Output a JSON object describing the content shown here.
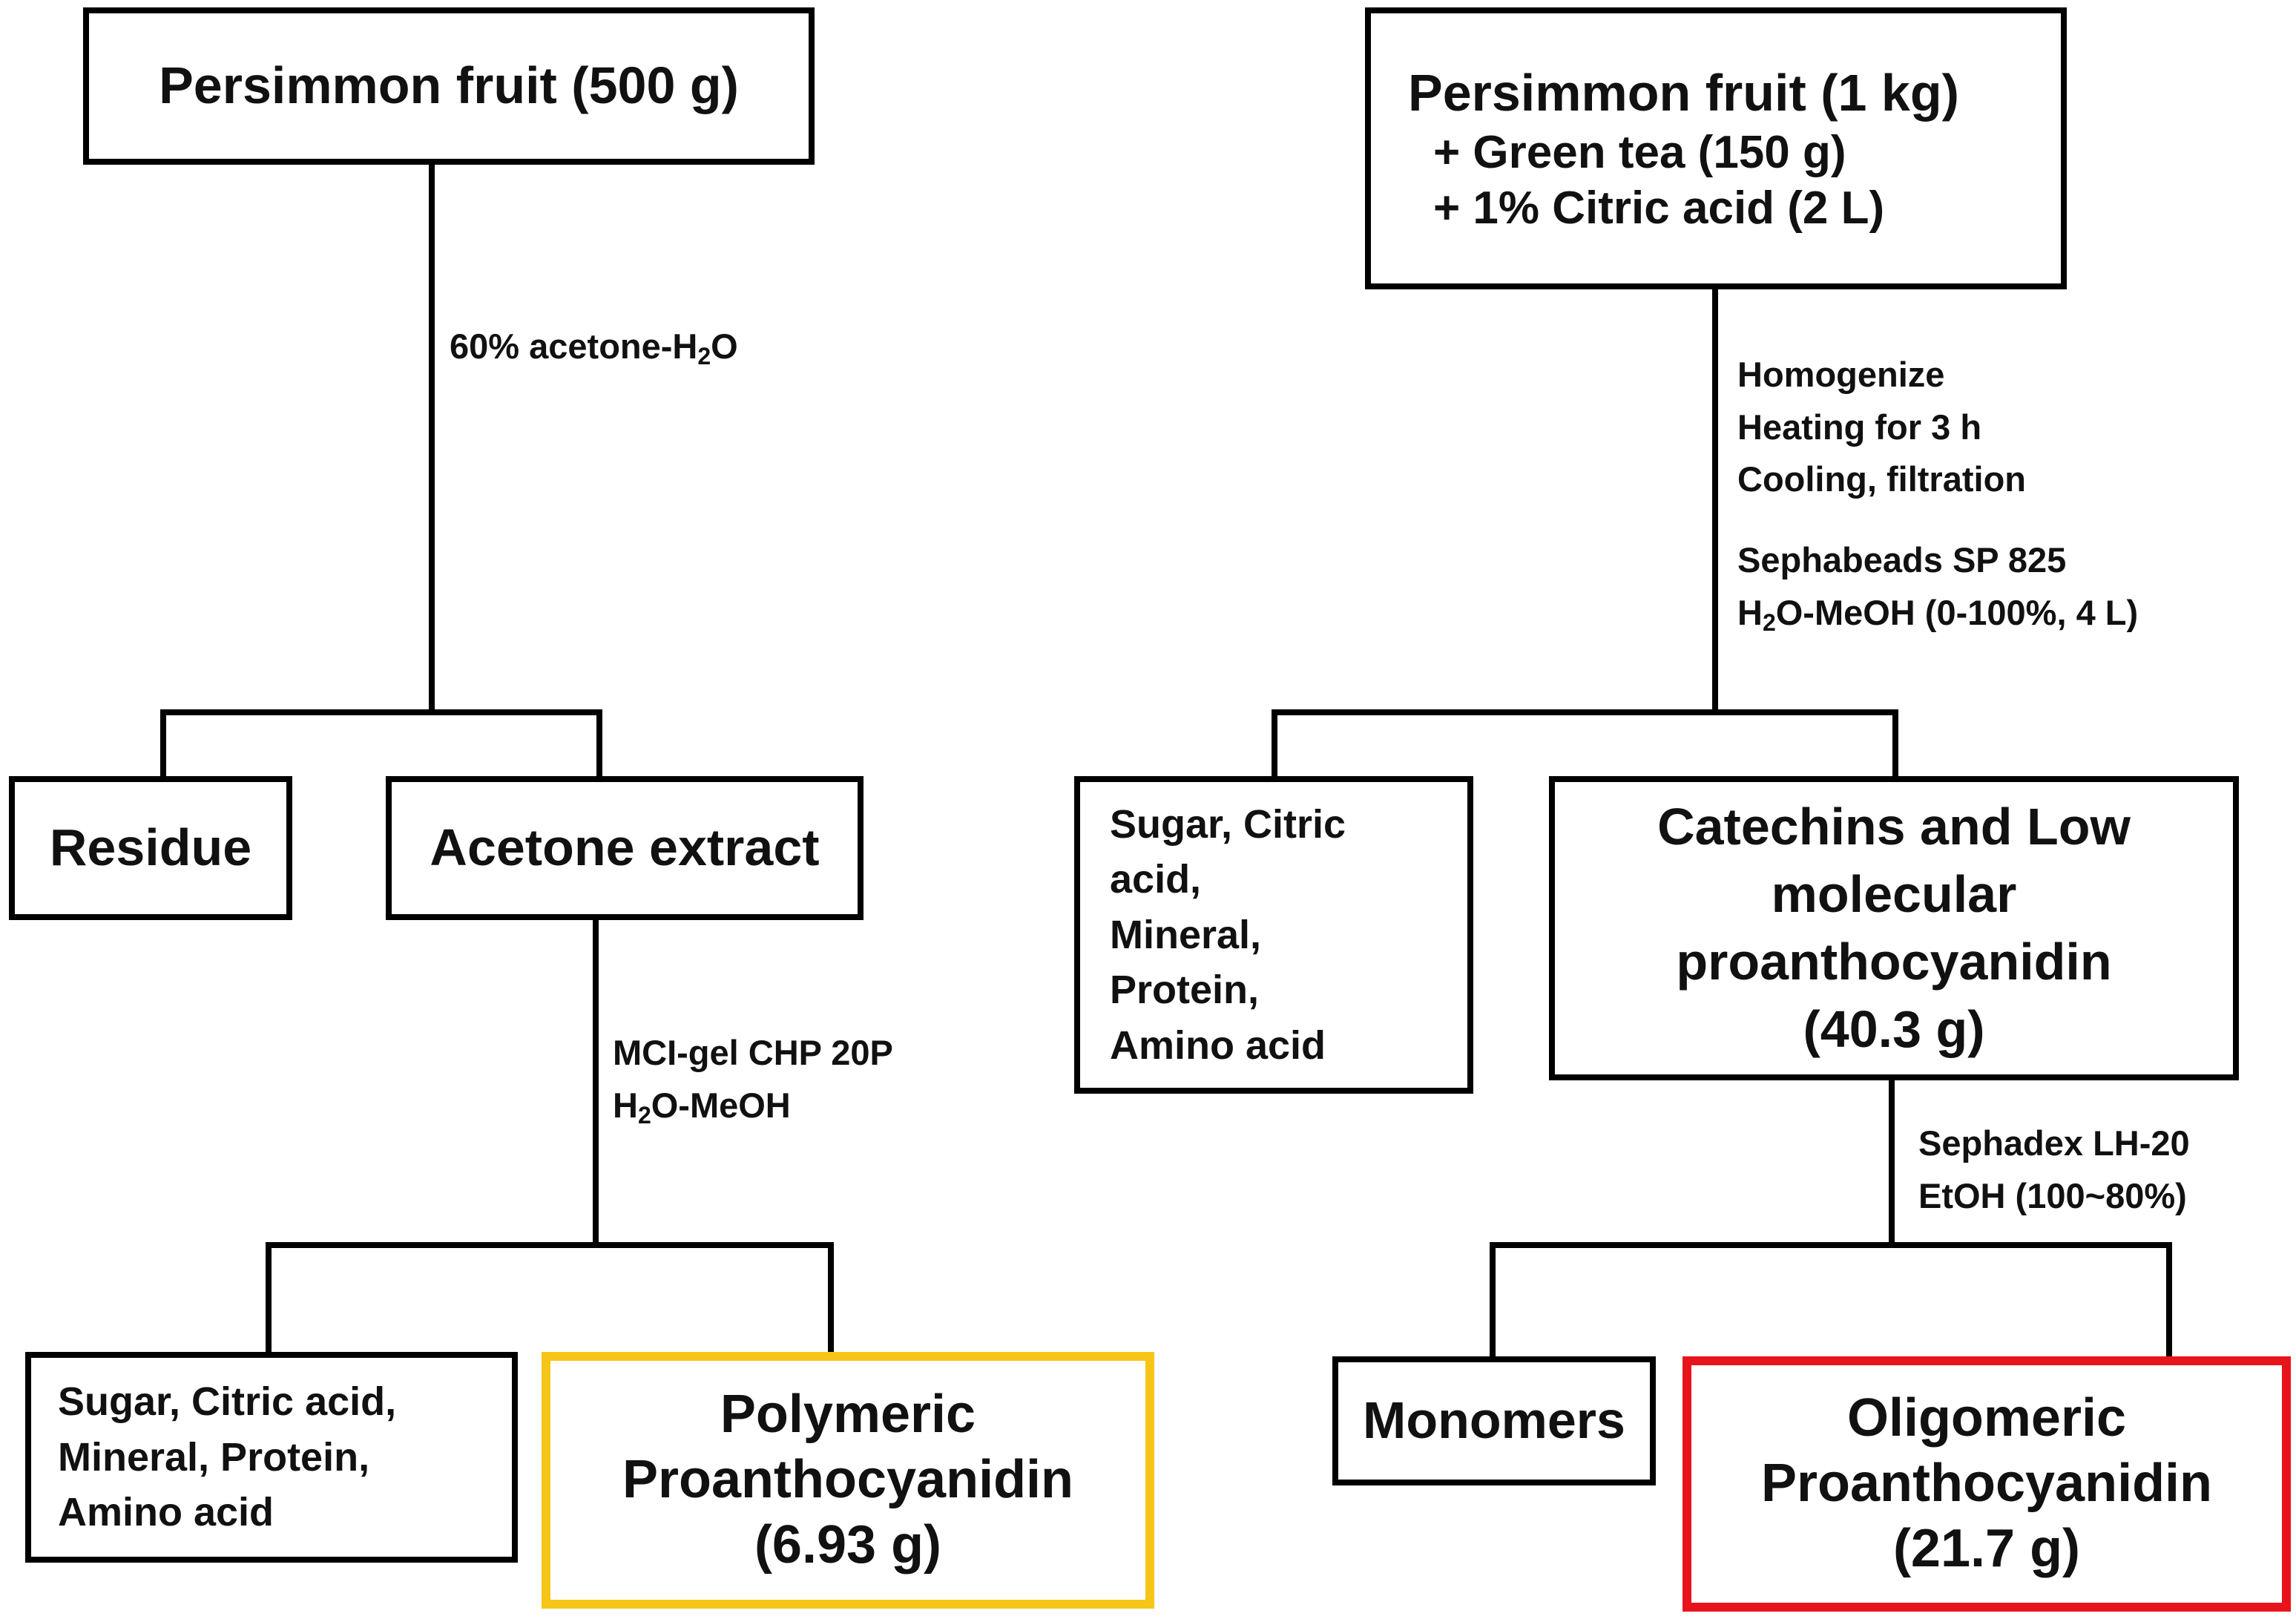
{
  "colors": {
    "line": "#000000",
    "highlight_yellow": "#f5c518",
    "highlight_red": "#e8141b"
  },
  "left_flow": {
    "start_box": "Persimmon fruit (500 g)",
    "step1": {
      "pre": "60% acetone-H",
      "sub": "2",
      "post": "O"
    },
    "residue_box": "Residue",
    "extract_box": "Acetone extract",
    "step2": {
      "line1": "MCI-gel CHP 20P",
      "line2": {
        "pre": "H",
        "sub": "2",
        "post": "O-MeOH"
      }
    },
    "byproduct_box": [
      "Sugar, Citric acid,",
      "Mineral, Protein,",
      "Amino acid"
    ],
    "product_box": [
      "Polymeric",
      "Proanthocyanidin",
      "(6.93 g)"
    ]
  },
  "right_flow": {
    "start_box": {
      "title": "Persimmon fruit (1 kg)",
      "line2": "+ Green tea (150 g)",
      "line3": "+ 1% Citric acid (2 L)"
    },
    "step1": [
      "Homogenize",
      "Heating for 3 h",
      "Cooling, filtration"
    ],
    "step2": {
      "line1": "Sephabeads SP 825",
      "line2": {
        "pre": "H",
        "sub": "2",
        "post": "O-MeOH (0-100%, 4 L)"
      }
    },
    "byproduct_box": [
      "Sugar, Citric",
      "acid,",
      "Mineral,",
      "Protein,",
      "Amino acid"
    ],
    "catechin_box": [
      "Catechins and Low",
      "molecular",
      "proanthocyanidin",
      "(40.3 g)"
    ],
    "step3": [
      "Sephadex LH-20",
      "EtOH (100~80%)"
    ],
    "monomers_box": "Monomers",
    "product_box": [
      "Oligomeric",
      "Proanthocyanidin",
      "(21.7 g)"
    ]
  }
}
